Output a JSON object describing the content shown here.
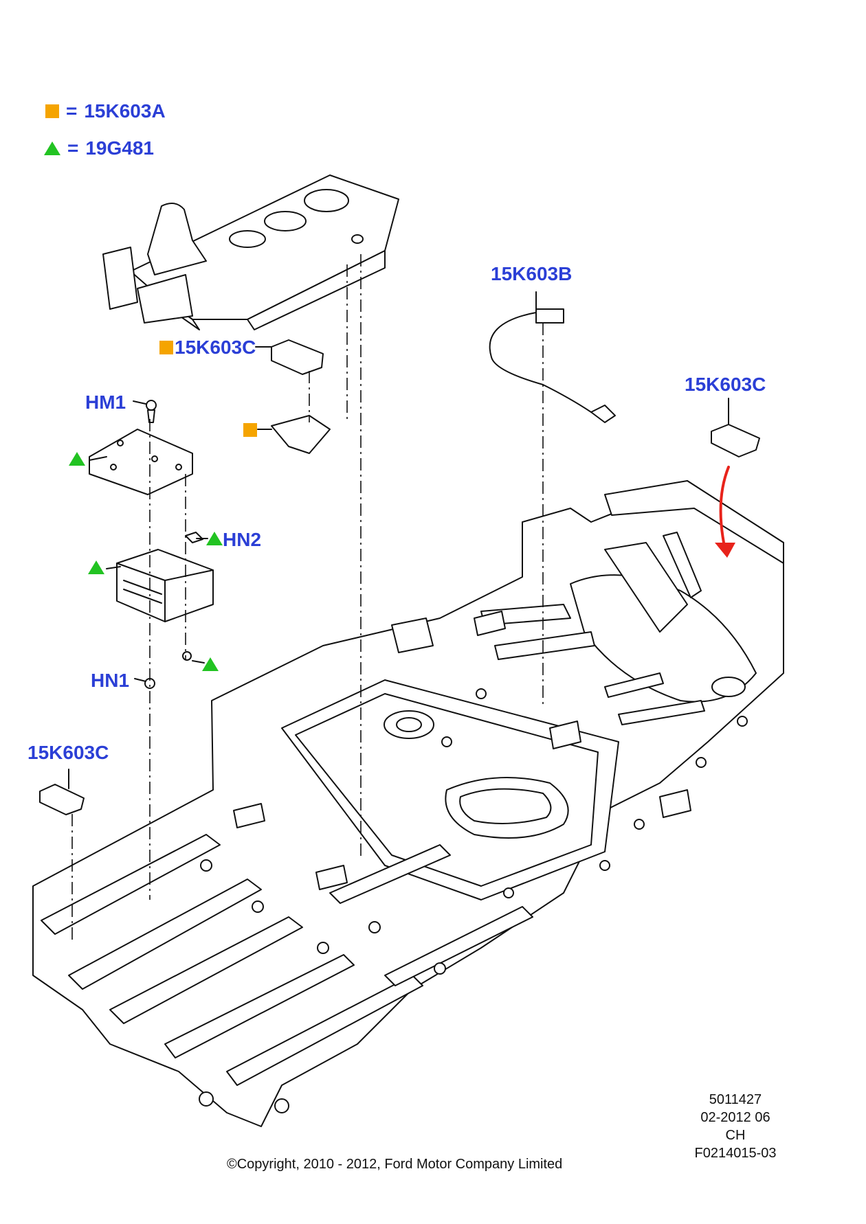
{
  "legend": [
    {
      "symbol": "orange-square",
      "equals": "=",
      "code": "15K603A"
    },
    {
      "symbol": "green-triangle",
      "equals": "=",
      "code": "19G481"
    }
  ],
  "callouts": {
    "c1": "15K603B",
    "c2": "15K603C",
    "c3": "15K603C",
    "c4": "15K603C",
    "hm1": "HM1",
    "hn2": "HN2",
    "hn1": "HN1"
  },
  "reference": {
    "number": "5011427",
    "date": "02-2012 06",
    "code": "CH",
    "figure": "F0214015-03"
  },
  "copyright": "©Copyright, 2010 - 2012, Ford Motor Company Limited",
  "colors": {
    "label": "#2b3fd6",
    "square": "#f5a400",
    "triangle": "#22c322",
    "arrow": "#e8231b"
  }
}
